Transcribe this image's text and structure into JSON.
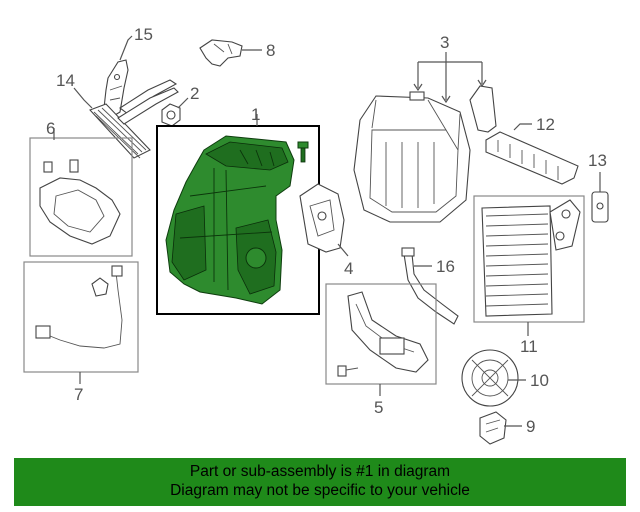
{
  "callouts": {
    "n1": "1",
    "n2": "2",
    "n3": "3",
    "n4": "4",
    "n5": "5",
    "n6": "6",
    "n7": "7",
    "n8": "8",
    "n9": "9",
    "n10": "10",
    "n11": "11",
    "n12": "12",
    "n13": "13",
    "n14": "14",
    "n15": "15",
    "n16": "16"
  },
  "highlight_color": "#2e8b2e",
  "banner": {
    "color": "#1f8a1a",
    "line1": "Part or sub-assembly is #1 in diagram",
    "line2": "Diagram may not be specific to your vehicle"
  }
}
